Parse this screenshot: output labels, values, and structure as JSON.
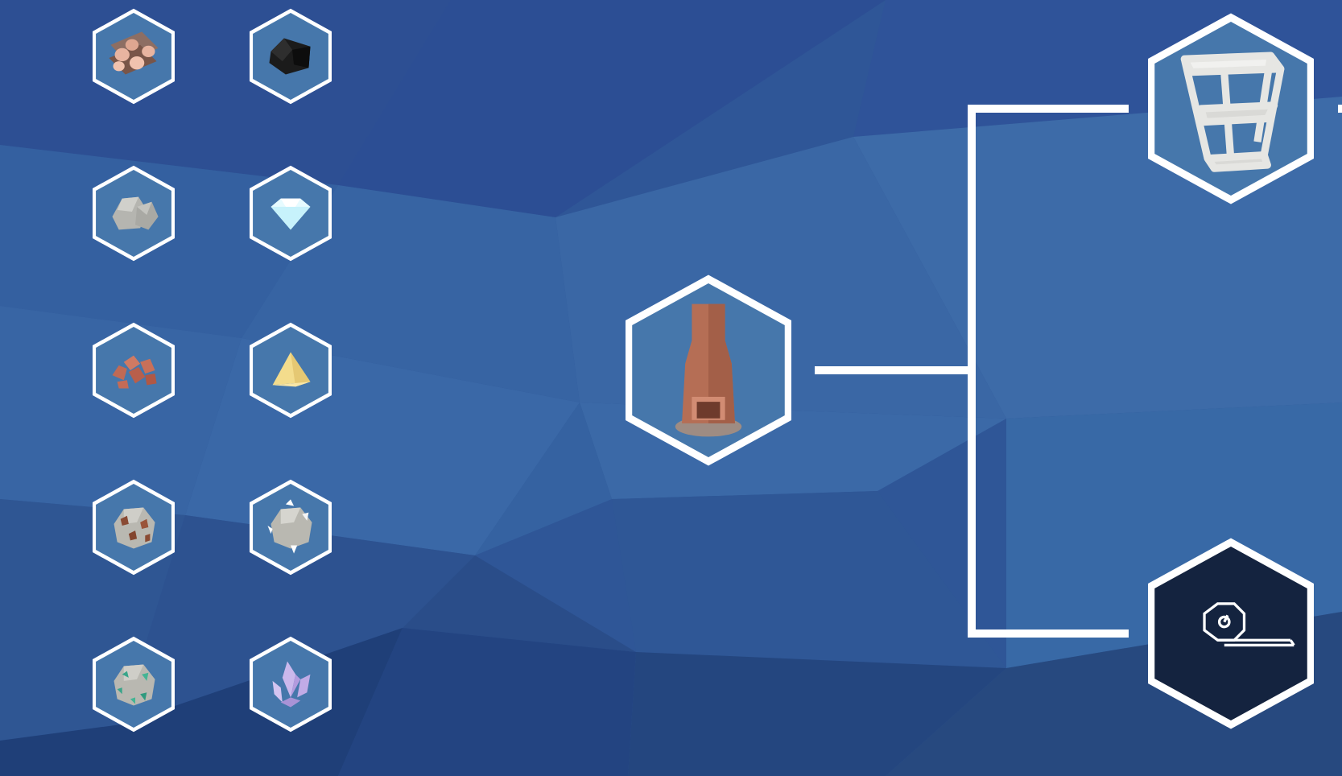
{
  "colors": {
    "hex_fill": "#4677ab",
    "hex_fill_locked": "#14233f",
    "hex_border": "#ffffff",
    "connector": "#ffffff",
    "background_top": "#2c4f95",
    "background_mid": "#3a68a6",
    "background_bottom": "#21427b"
  },
  "resources": [
    {
      "name": "wood-logs",
      "icon": "wood-logs-icon"
    },
    {
      "name": "coal",
      "icon": "coal-icon"
    },
    {
      "name": "stone",
      "icon": "stone-icon"
    },
    {
      "name": "diamond",
      "icon": "diamond-icon"
    },
    {
      "name": "clay",
      "icon": "clay-icon"
    },
    {
      "name": "sulfur",
      "icon": "sulfur-icon"
    },
    {
      "name": "copper-ore",
      "icon": "copper-ore-icon"
    },
    {
      "name": "iron-ore",
      "icon": "iron-ore-icon"
    },
    {
      "name": "malachite-ore",
      "icon": "malachite-ore-icon"
    },
    {
      "name": "amethyst",
      "icon": "amethyst-icon"
    }
  ],
  "tree": {
    "root": {
      "name": "kiln",
      "icon": "kiln-icon"
    },
    "children": [
      {
        "name": "scaffold",
        "icon": "scaffold-icon",
        "locked": false
      },
      {
        "name": "unknown-locked",
        "icon": "locked-blueprint-icon",
        "locked": true
      }
    ]
  }
}
